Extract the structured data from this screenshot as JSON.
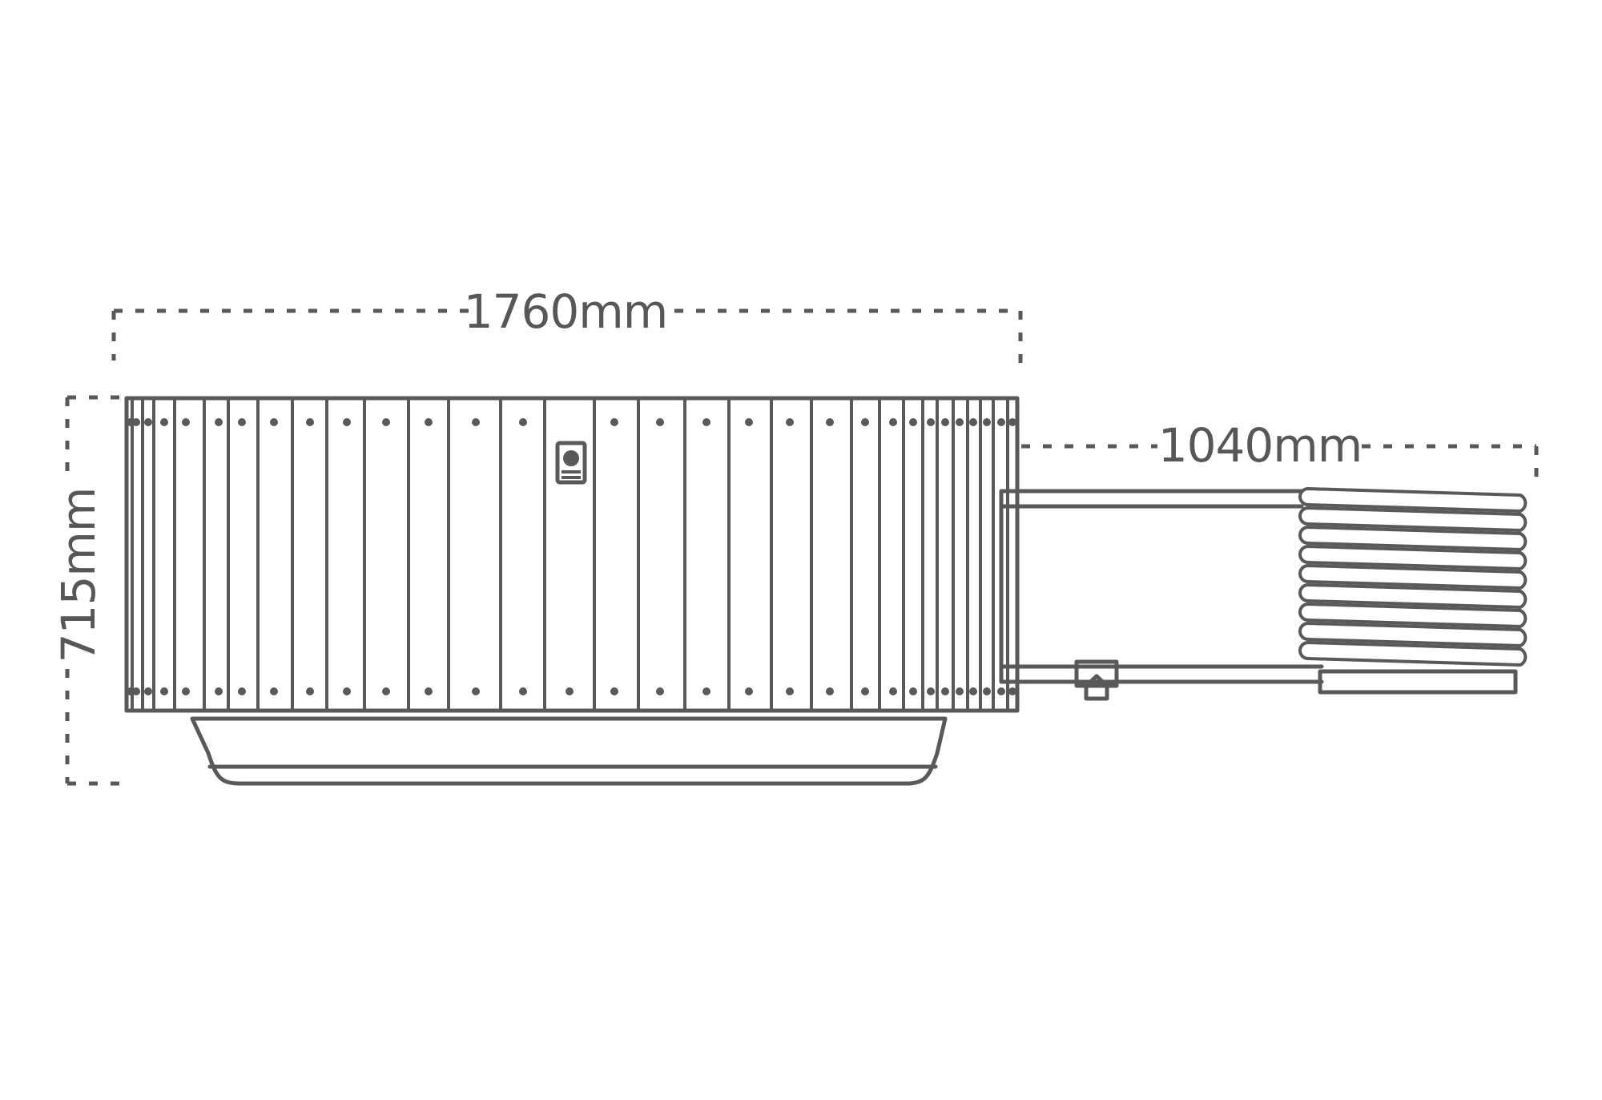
{
  "dimensions": {
    "width_label": "1760mm",
    "height_label": "715mm",
    "heater_label": "1040mm"
  },
  "colors": {
    "line": "#595959",
    "text": "#575757",
    "background": "#ffffff"
  }
}
